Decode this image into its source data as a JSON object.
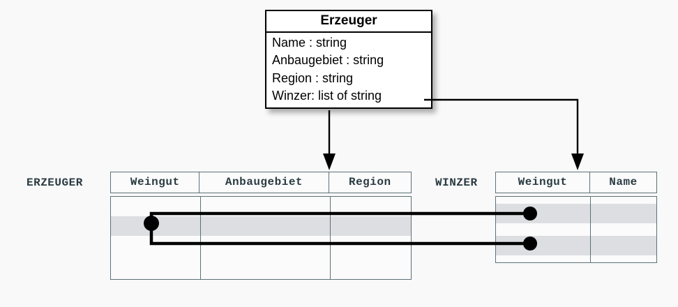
{
  "diagram": {
    "background_color": "#f9f9f9",
    "line_color": "#000000",
    "table_border_color": "#5d7077",
    "row_highlight_color": "#dcdee1"
  },
  "uml_class": {
    "name": "Erzeuger",
    "attributes": [
      "Name : string",
      "Anbaugebiet : string",
      "Region : string",
      "Winzer: list of string"
    ]
  },
  "tables": [
    {
      "label": "ERZEUGER",
      "columns": [
        "Weingut",
        "Anbaugebiet",
        "Region"
      ],
      "body_rows": 4,
      "highlighted_rows": [
        2
      ]
    },
    {
      "label": "WINZER",
      "columns": [
        "Weingut",
        "Name"
      ],
      "body_rows": 3,
      "highlighted_rows": [
        1,
        3
      ]
    }
  ],
  "connectors": {
    "arrows": [
      {
        "name": "erzeuger-arrow",
        "from": "Erzeuger class box",
        "to": "ERZEUGER table"
      },
      {
        "name": "winzer-arrow",
        "from": "Winzer: list of string attribute",
        "to": "WINZER table Weingut column"
      }
    ],
    "value_links": [
      {
        "name": "link-upper",
        "from": "ERZEUGER Weingut row 2",
        "to": "WINZER Weingut row 1"
      },
      {
        "name": "link-lower",
        "from": "ERZEUGER Weingut row 2",
        "to": "WINZER Weingut row 3"
      }
    ]
  }
}
